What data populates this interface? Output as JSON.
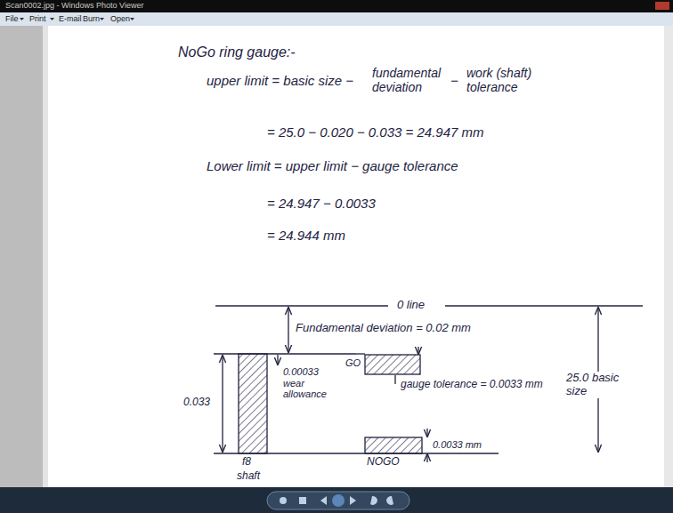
{
  "diagram": {
    "labels": [
      "Scan0002.jpg - Windows Photo Viewer",
      "File",
      "Print",
      "E-mail",
      "Burn",
      "Open",
      "NoGo ring gauge:-",
      "upper limit = basic size −",
      "fundamental deviation",
      "−",
      "work (shaft) tolerance",
      "= 25.0 − 0.020 − 0.033 = 24.947 mm",
      "Lower limit = upper limit − gauge tolerance",
      "= 24.947 − 0.0033",
      "= 24.944 mm",
      "0 line",
      "Fundamental deviation = 0.02 mm",
      "0.033",
      "0.00033 wear allowance",
      "GO",
      "gauge tolerance = 0.0033 mm",
      "25.0 basic size",
      "0.0033 mm",
      "f8",
      "shaft",
      "NOGO"
    ]
  }
}
